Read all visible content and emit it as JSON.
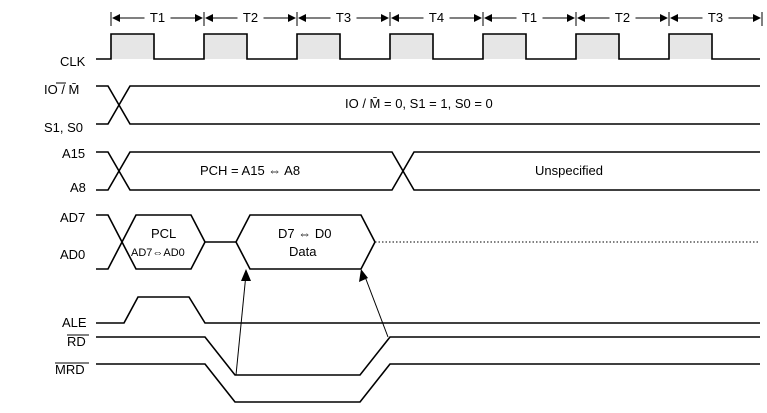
{
  "states": [
    "T1",
    "T2",
    "T3",
    "T4",
    "T1",
    "T2",
    "T3"
  ],
  "signals": {
    "clk": "CLK",
    "io_m": "IO / M̄",
    "s1_s0": "S1, S0",
    "a15": "A15",
    "a8": "A8",
    "ad7": "AD7",
    "ad0": "AD0",
    "ale": "ALE",
    "rd": "RD",
    "mrd": "MRD"
  },
  "annotations": {
    "status": "IO / M̄ = 0, S1 = 1, S0 = 0",
    "pch": "PCH = A15 ⇔ A8",
    "unspecified": "Unspecified",
    "pcl_line1": "PCL",
    "pcl_line2": "AD7⇔AD0",
    "data_line1": "D7 ⇔ D0",
    "data_line2": "Data"
  },
  "colors": {
    "clock_fill": "#e6e6e6",
    "line": "#000000"
  }
}
